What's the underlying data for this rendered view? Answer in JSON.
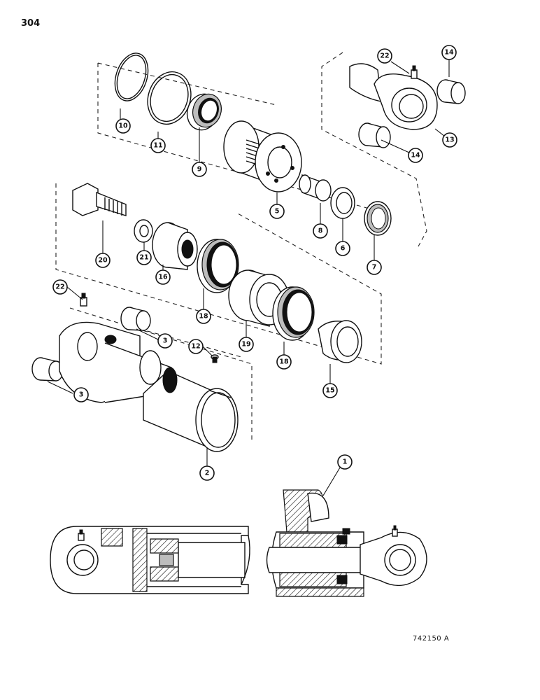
{
  "page_number": "304",
  "reference_code": "742150 A",
  "callouts": [
    "10",
    "11",
    "9",
    "5",
    "22",
    "14",
    "13",
    "14",
    "8",
    "6",
    "7",
    "20",
    "21",
    "16",
    "18",
    "19",
    "18",
    "15",
    "22",
    "3",
    "3",
    "12",
    "2",
    "1"
  ]
}
